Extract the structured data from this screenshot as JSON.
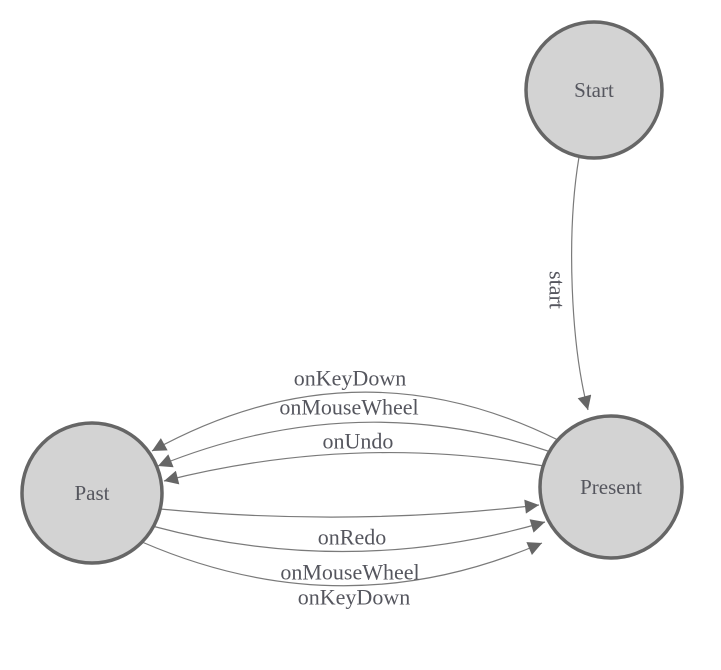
{
  "diagram": {
    "kind": "finite-state-machine",
    "colors": {
      "background": "#ffffff",
      "node_fill": "#d3d3d3",
      "node_stroke": "#666666",
      "edge_stroke": "#7a7a7a",
      "arrow_fill": "#666666",
      "label_text": "#55565e"
    },
    "nodes": [
      {
        "id": "start",
        "label": "Start"
      },
      {
        "id": "present",
        "label": "Present"
      },
      {
        "id": "past",
        "label": "Past"
      }
    ],
    "edges": [
      {
        "label": "start",
        "from": "Start",
        "to": "Present"
      },
      {
        "label": "onKeyDown",
        "from": "Present",
        "to": "Past"
      },
      {
        "label": "onMouseWheel",
        "from": "Present",
        "to": "Past"
      },
      {
        "label": "onUndo",
        "from": "Present",
        "to": "Past"
      },
      {
        "label": "onRedo",
        "from": "Past",
        "to": "Present"
      },
      {
        "label": "onMouseWheel",
        "from": "Past",
        "to": "Present"
      },
      {
        "label": "onKeyDown",
        "from": "Past",
        "to": "Present"
      }
    ]
  }
}
